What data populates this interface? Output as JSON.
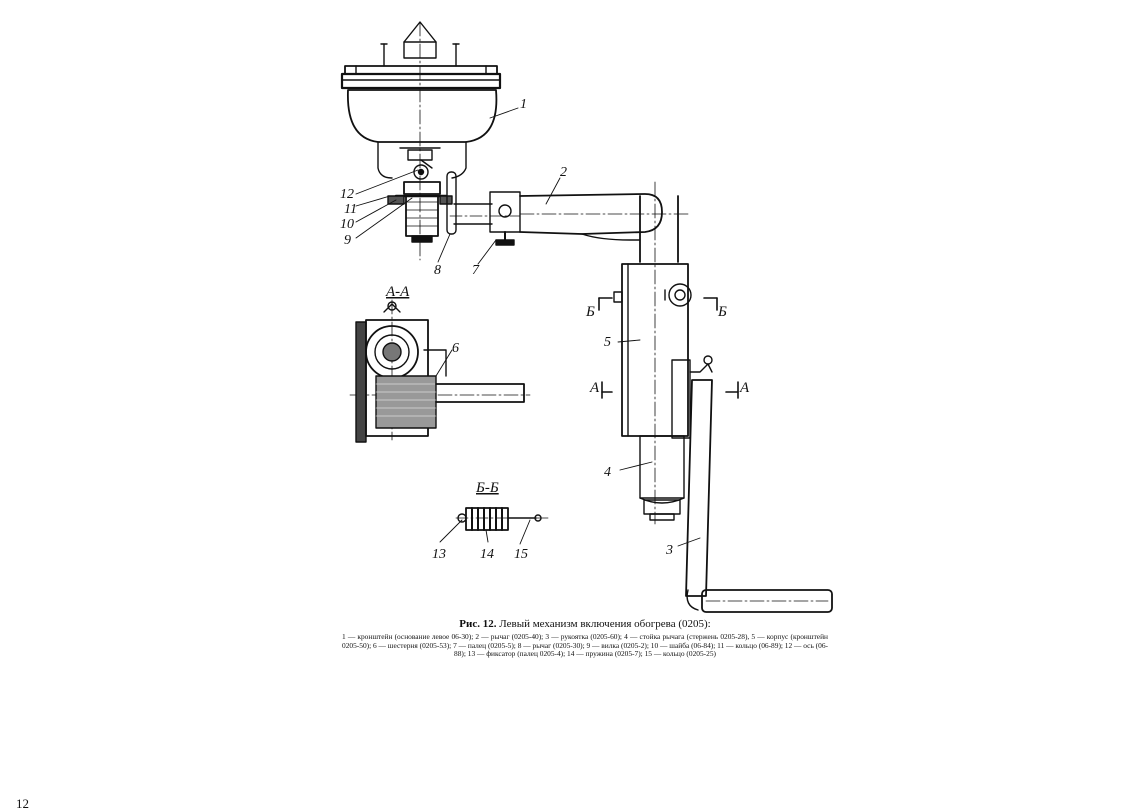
{
  "figure": {
    "caption_number": "Рис. 12.",
    "caption_title": "Левый механизм включения обогрева (0205):",
    "legend_text": "1 — кронштейн (основание левое 06-30); 2 — рычаг (0205-40); 3 — рукоятка (0205-60); 4 — стойка рычага (стержень 0205-28), 5 — корпус (кронштейн 0205-50); 6 — шестерня (0205-53); 7 — палец (0205-5); 8 — рычаг (0205-30); 9 — вилка (0205-2); 10 — шайба (06-84); 11 — кольцо (06-89); 12 — ось (06-88); 13 — фиксатор (палец 0205-4); 14 — пружина (0205-7); 15 — кольцо (0205-25)"
  },
  "callouts": {
    "p1": "1",
    "p2": "2",
    "p3": "3",
    "p4": "4",
    "p5": "5",
    "p6": "6",
    "p7": "7",
    "p8": "8",
    "p9": "9",
    "p10": "10",
    "p11": "11",
    "p12": "12",
    "p13": "13",
    "p14": "14",
    "p15": "15"
  },
  "sections": {
    "aa_title": "А-А",
    "bb_title": "Б-Б",
    "a_mark": "А",
    "b_mark": "Б"
  },
  "page": {
    "number": "12"
  }
}
